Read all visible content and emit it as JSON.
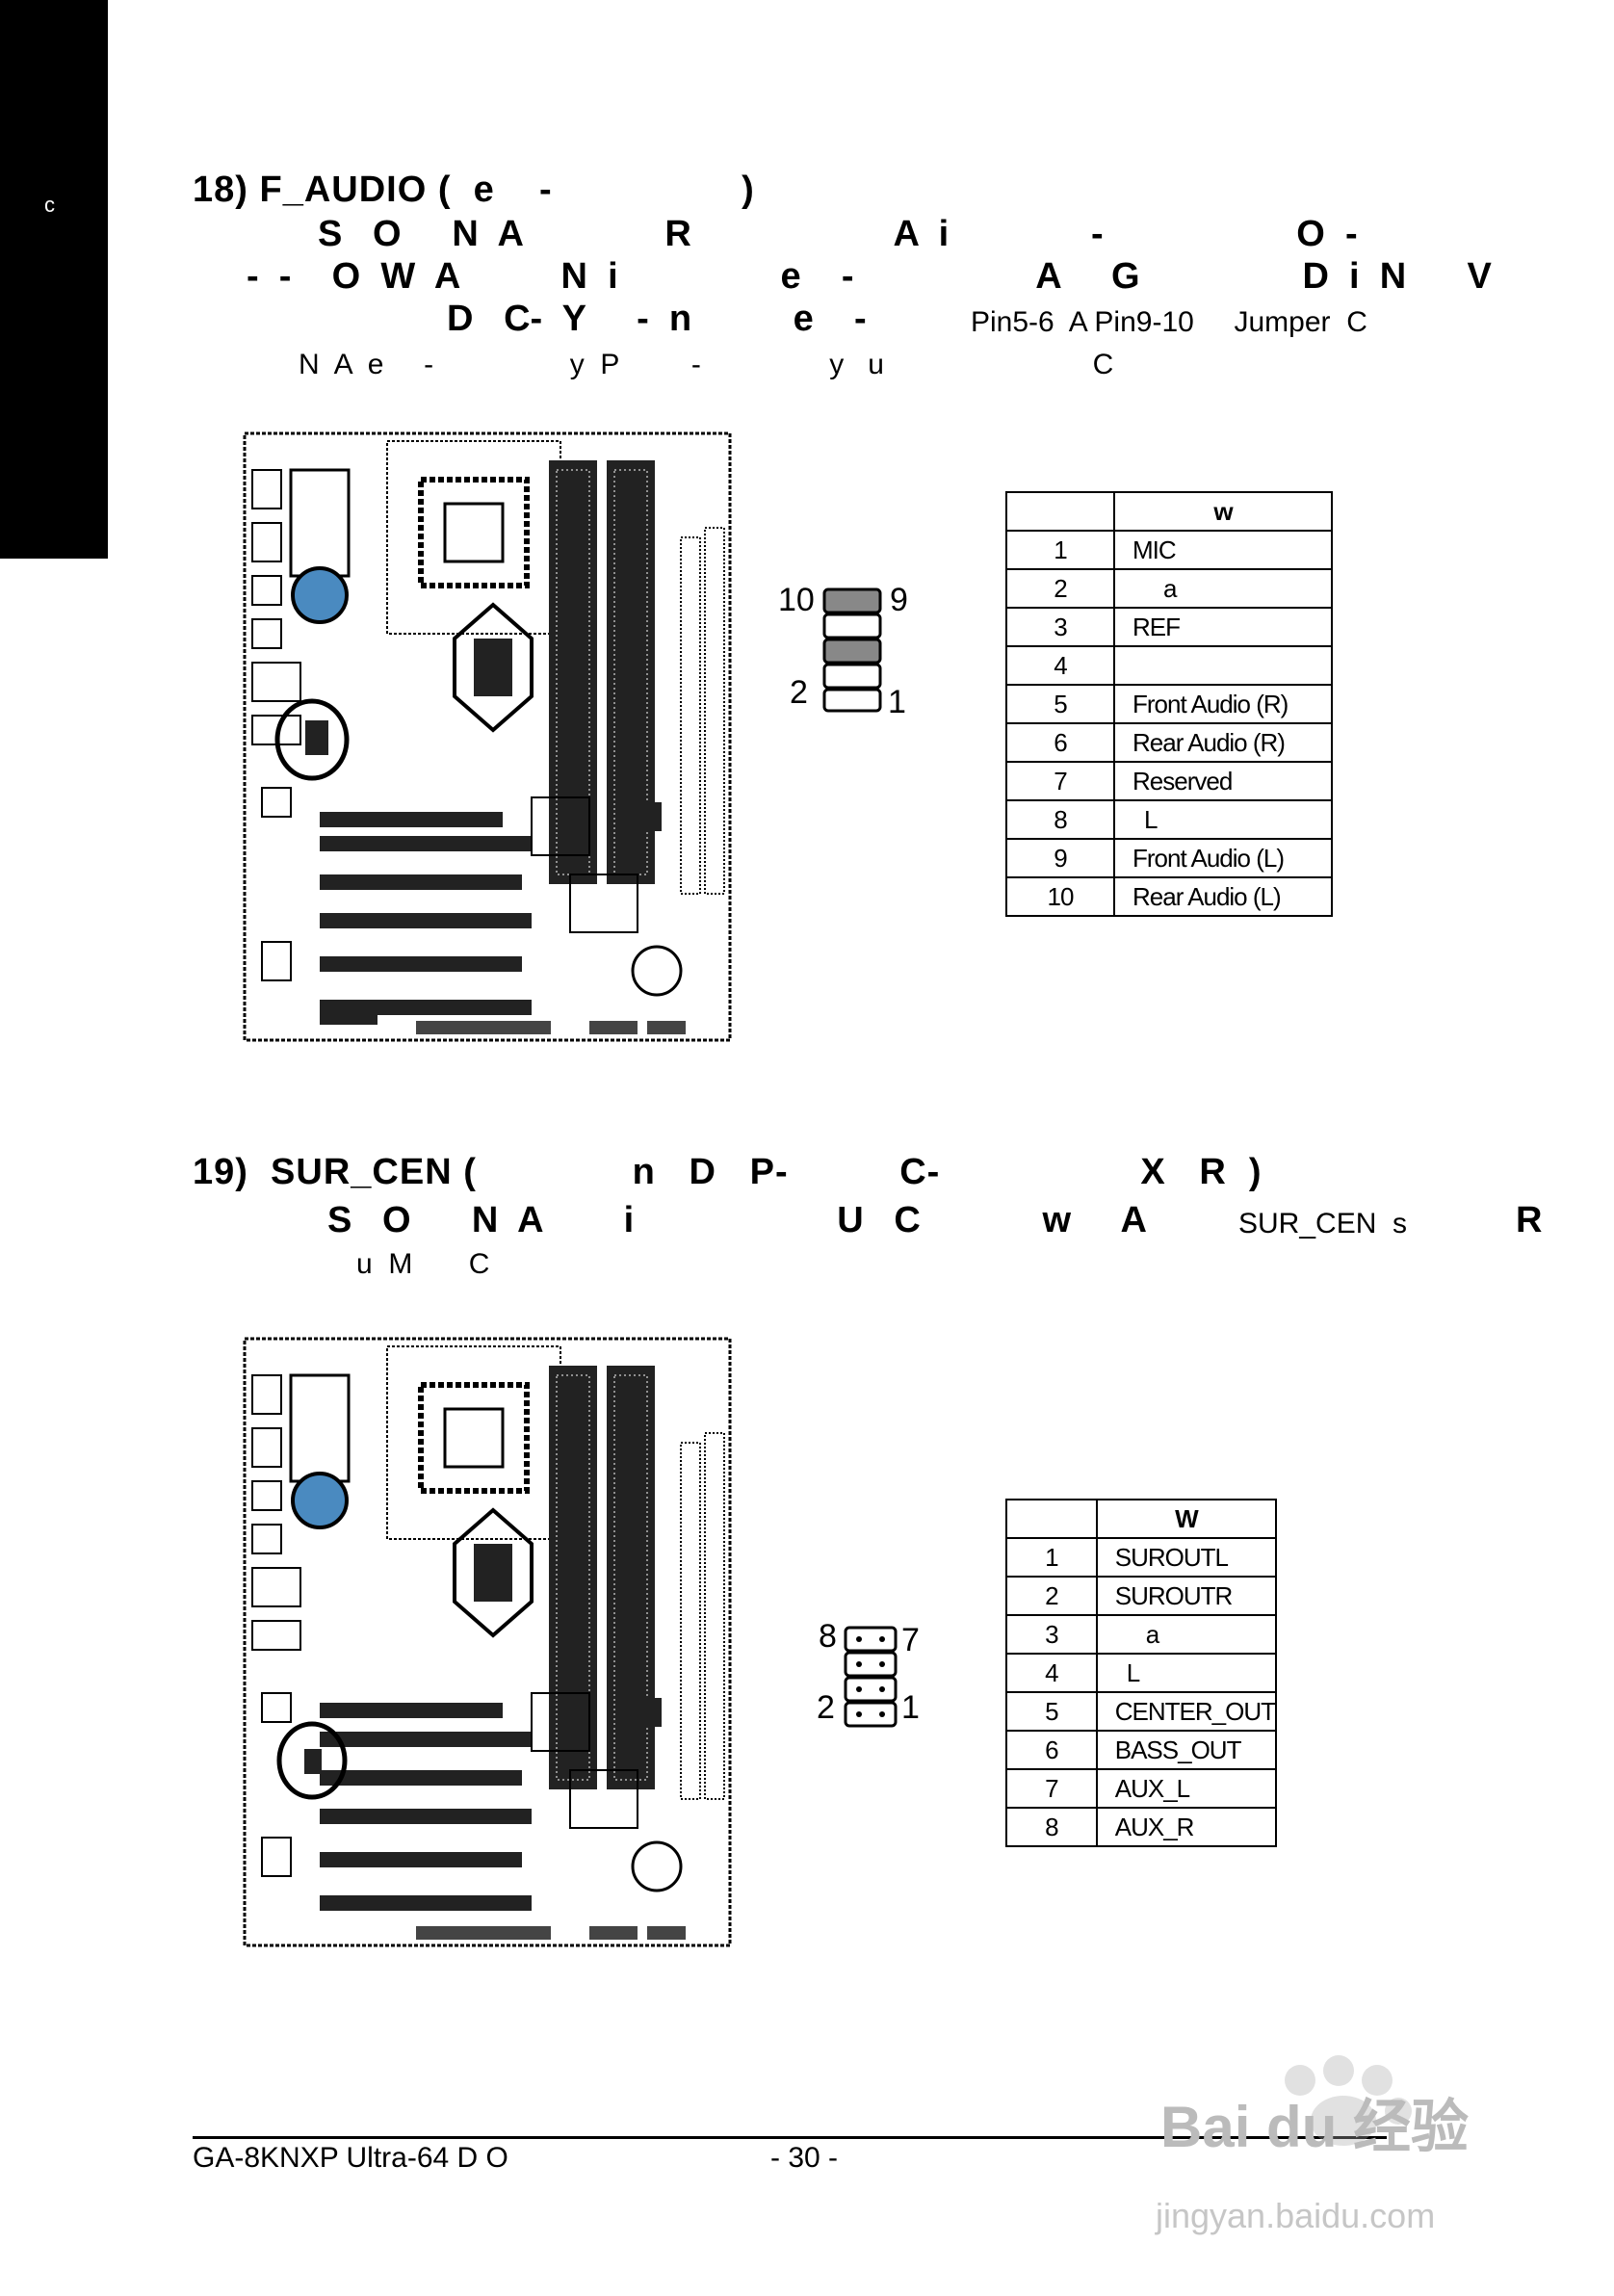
{
  "sidebar": {
    "text": "c"
  },
  "section18": {
    "heading": "18) F_AUDIO (  e    -                 )",
    "line1": "S   O     N  A              R                    A  i              -                   O  -",
    "line2": "-  -    O  W  A          N  i                e    -                  A     G                D  i  N      V",
    "line3": "D   C-  Y     -  n          e    -",
    "line3b": "Pin5-6  A Pin9-10     Jumper  C",
    "line4": "N  A  e     -                 y  P         -                y   u                          C",
    "pins_top": "10",
    "pins_top_r": "9",
    "pins_bot": "2",
    "pins_bot_r": "1",
    "table_header": "w",
    "rows": [
      {
        "pin": "1",
        "def": "MIC"
      },
      {
        "pin": "2",
        "def": "a"
      },
      {
        "pin": "3",
        "def": "REF"
      },
      {
        "pin": "4",
        "def": ""
      },
      {
        "pin": "5",
        "def": "Front Audio (R)"
      },
      {
        "pin": "6",
        "def": "Rear Audio (R)"
      },
      {
        "pin": "7",
        "def": "Reserved"
      },
      {
        "pin": "8",
        "def": "L"
      },
      {
        "pin": "9",
        "def": "Front Audio (L)"
      },
      {
        "pin": "10",
        "def": "Rear Audio (L)"
      }
    ]
  },
  "section19": {
    "heading": "19)  SUR_CEN (              n   D   P-          C-                  X   R  )",
    "line1": "S   O      N  A        i                    U   C            w     A",
    "line1b": "SUR_CEN  s",
    "line1c": "R",
    "line2": "u  M       C",
    "pins_top": "8",
    "pins_top_r": "7",
    "pins_bot": "2",
    "pins_bot_r": "1",
    "table_header": "W",
    "rows": [
      {
        "pin": "1",
        "def": "SUROUTL"
      },
      {
        "pin": "2",
        "def": "SUROUTR"
      },
      {
        "pin": "3",
        "def": "a"
      },
      {
        "pin": "4",
        "def": "L"
      },
      {
        "pin": "5",
        "def": "CENTER_OUT"
      },
      {
        "pin": "6",
        "def": "BASS_OUT"
      },
      {
        "pin": "7",
        "def": "AUX_L"
      },
      {
        "pin": "8",
        "def": "AUX_R"
      }
    ]
  },
  "footer": {
    "left": "GA-8KNXP Ultra-64  D        O",
    "center": "- 30 -"
  },
  "watermark": {
    "text": "Bai du 经验",
    "sub": "jingyan.baidu.com"
  }
}
